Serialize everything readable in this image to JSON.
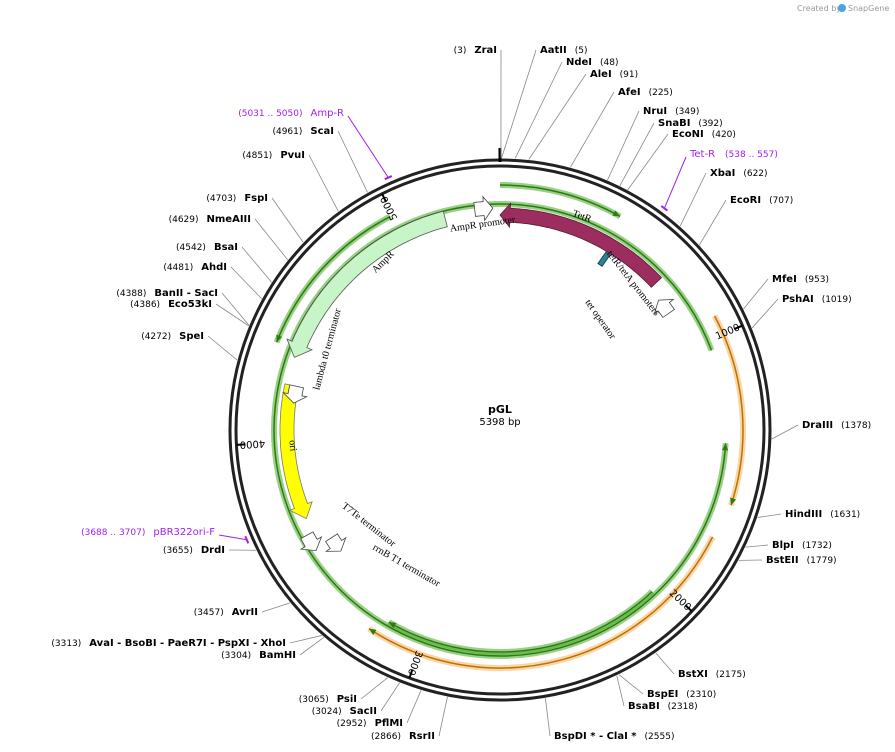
{
  "header": {
    "created_by": "Created by",
    "brand": "SnapGene"
  },
  "plasmid": {
    "name": "pGL",
    "length_label": "5398 bp",
    "length": 5398
  },
  "ticks": [
    {
      "label": "1000",
      "pos": 1000
    },
    {
      "label": "2000",
      "pos": 2000
    },
    {
      "label": "3000",
      "pos": 3000
    },
    {
      "label": "4000",
      "pos": 4000
    },
    {
      "label": "5000",
      "pos": 5000
    }
  ],
  "sites": [
    {
      "pos": 3,
      "name": "ZraI",
      "num": "(3)"
    },
    {
      "pos": 5,
      "name": "AatII",
      "num": "(5)"
    },
    {
      "pos": 48,
      "name": "NdeI",
      "num": "(48)"
    },
    {
      "pos": 91,
      "name": "AleI",
      "num": "(91)"
    },
    {
      "pos": 225,
      "name": "AfeI",
      "num": "(225)"
    },
    {
      "pos": 349,
      "name": "NruI",
      "num": "(349)"
    },
    {
      "pos": 392,
      "name": "SnaBI",
      "num": "(392)"
    },
    {
      "pos": 420,
      "name": "EcoNI",
      "num": "(420)"
    },
    {
      "pos": 622,
      "name": "XbaI",
      "num": "(622)"
    },
    {
      "pos": 707,
      "name": "EcoRI",
      "num": "(707)"
    },
    {
      "pos": 953,
      "name": "MfeI",
      "num": "(953)"
    },
    {
      "pos": 1019,
      "name": "PshAI",
      "num": "(1019)"
    },
    {
      "pos": 1378,
      "name": "DraIII",
      "num": "(1378)"
    },
    {
      "pos": 1631,
      "name": "HindIII",
      "num": "(1631)"
    },
    {
      "pos": 1732,
      "name": "BlpI",
      "num": "(1732)"
    },
    {
      "pos": 1779,
      "name": "BstEII",
      "num": "(1779)"
    },
    {
      "pos": 2175,
      "name": "BstXI",
      "num": "(2175)"
    },
    {
      "pos": 2310,
      "name": "BspEI",
      "num": "(2310)"
    },
    {
      "pos": 2318,
      "name": "BsaBI",
      "num": "(2318)"
    },
    {
      "pos": 2555,
      "name": "BspDI * - ClaI *",
      "num": "(2555)"
    },
    {
      "pos": 2866,
      "name": "RsrII",
      "num": "(2866)"
    },
    {
      "pos": 2952,
      "name": "PflMI",
      "num": "(2952)"
    },
    {
      "pos": 3024,
      "name": "SacII",
      "num": "(3024)"
    },
    {
      "pos": 3065,
      "name": "PsiI",
      "num": "(3065)"
    },
    {
      "pos": 3304,
      "name": "BamHI",
      "num": "(3304)"
    },
    {
      "pos": 3313,
      "name": "AvaI - BsoBI - PaeR7I - PspXI - XhoI",
      "num": "(3313)"
    },
    {
      "pos": 3457,
      "name": "AvrII",
      "num": "(3457)"
    },
    {
      "pos": 3655,
      "name": "DrdI",
      "num": "(3655)"
    },
    {
      "pos": 4272,
      "name": "SpeI",
      "num": "(4272)"
    },
    {
      "pos": 4386,
      "name": "Eco53kI",
      "num": "(4386)"
    },
    {
      "pos": 4388,
      "name": "BanII - SacI",
      "num": "(4388)"
    },
    {
      "pos": 4481,
      "name": "AhdI",
      "num": "(4481)"
    },
    {
      "pos": 4542,
      "name": "BsaI",
      "num": "(4542)"
    },
    {
      "pos": 4629,
      "name": "NmeAIII",
      "num": "(4629)"
    },
    {
      "pos": 4703,
      "name": "FspI",
      "num": "(4703)"
    },
    {
      "pos": 4851,
      "name": "PvuI",
      "num": "(4851)"
    },
    {
      "pos": 4961,
      "name": "ScaI",
      "num": "(4961)"
    }
  ],
  "primers": [
    {
      "name": "Amp-R",
      "range": "(5031 .. 5050)",
      "pos": 5040
    },
    {
      "name": "Tet-R",
      "range": "(538 .. 557)",
      "pos": 548
    },
    {
      "name": "pBR322ori-F",
      "range": "(3688 .. 3707)",
      "pos": 3697
    }
  ],
  "features": {
    "tetR": "TetR",
    "tet_promoters": "tetR/tetA promoters",
    "tet_operator": "tet operator",
    "ampR": "AmpR",
    "ampR_promoter": "AmpR promoter",
    "lambda_t0": "lambda t0 terminator",
    "ori": "ori",
    "t7te": "T7Te terminator",
    "rrnB": "rrnB T1 terminator"
  },
  "colors": {
    "tetR": "#9b2d5f",
    "ampR": "#c8f5c8",
    "ori": "#ffff00",
    "primer": "#a020f0",
    "orf_orange": "#f3b45b",
    "orf_green": "#44aa22"
  }
}
